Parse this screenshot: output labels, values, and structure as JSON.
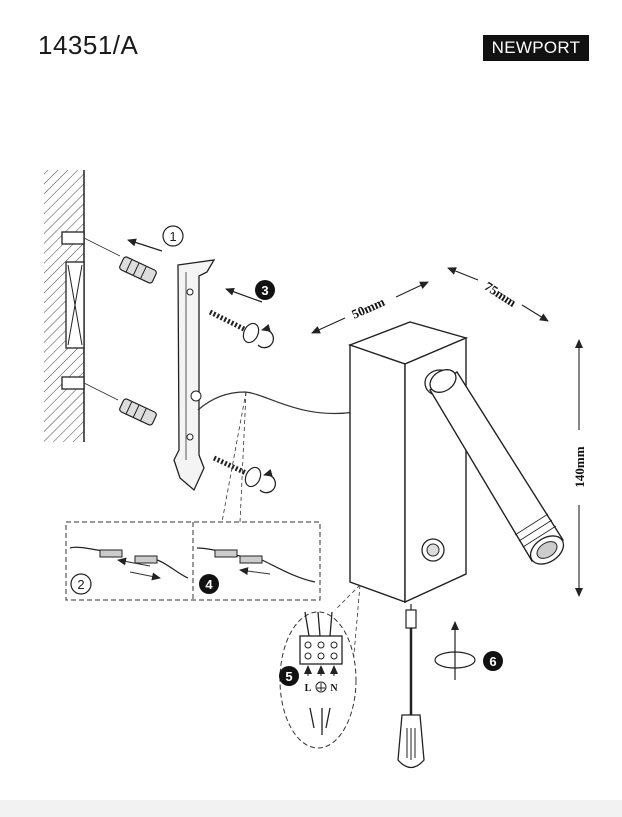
{
  "header": {
    "model_number": "14351/A",
    "brand_name": "NEWPORT"
  },
  "dimensions": {
    "width": "75mm",
    "depth": "50mm",
    "height": "140mm"
  },
  "wiring_labels": {
    "live": "L",
    "neutral": "N"
  },
  "steps": [
    "①",
    "②",
    "③",
    "④",
    "⑤",
    "⑥"
  ]
}
